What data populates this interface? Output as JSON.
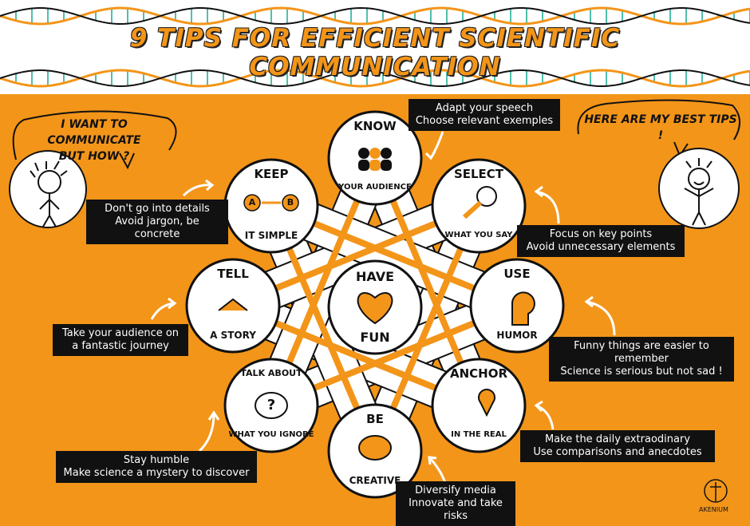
{
  "title": "9 TIPS FOR EFFICIENT SCIENTIFIC COMMUNICATION",
  "bubbles": {
    "left": "I WANT TO COMMUNICATE\nBUT HOW ?",
    "right": "HERE ARE MY BEST TIPS !"
  },
  "tips": [
    {
      "top": "KNOW",
      "bottom": "YOUR AUDIENCE",
      "advice": "Adapt your speech\nChoose relevant exemples"
    },
    {
      "top": "SELECT",
      "bottom": "WHAT YOU SAY",
      "advice": "Focus on key points\nAvoid unnecessary elements"
    },
    {
      "top": "USE",
      "bottom": "HUMOR",
      "advice": "Funny things are easier to\nremember\nScience is serious but not sad !"
    },
    {
      "top": "ANCHOR",
      "bottom": "IN THE REAL",
      "advice": "Make the daily extraodinary\nUse comparisons and anecdotes"
    },
    {
      "top": "BE",
      "bottom": "CREATIVE",
      "advice": "Diversify media\nInnovate and take risks"
    },
    {
      "top": "TALK ABOUT",
      "bottom": "WHAT YOU IGNORE",
      "advice": "Stay humble\nMake science a mystery to discover"
    },
    {
      "top": "TELL",
      "bottom": "A STORY",
      "advice": "Take your audience on\na fantastic journey"
    },
    {
      "top": "KEEP",
      "bottom": "IT SIMPLE",
      "advice": "Don't go into details\nAvoid jargon, be concrete"
    }
  ],
  "center": {
    "top": "HAVE",
    "bottom": "FUN"
  },
  "keep_simple_icon": {
    "a": "A",
    "b": "B"
  },
  "talk_icon": "?",
  "signature": "AKENIUM",
  "colors": {
    "orange": "#f39519",
    "dna": "#4fc0ac",
    "ink": "#111111",
    "paper": "#ffffff"
  }
}
